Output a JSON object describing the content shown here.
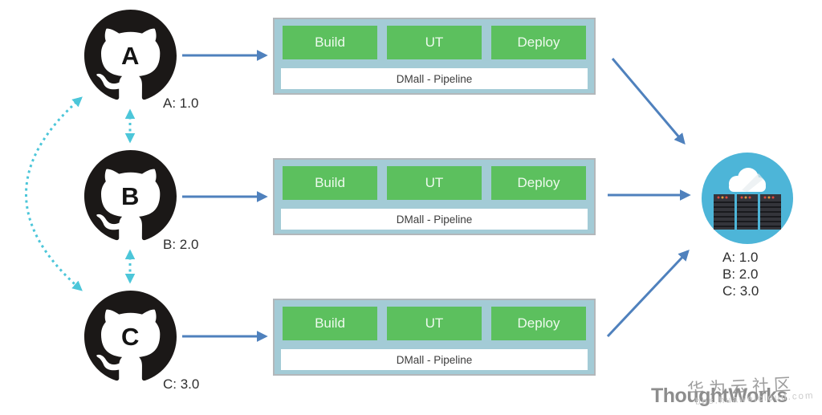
{
  "repos": [
    {
      "letter": "A",
      "version": "A: 1.0"
    },
    {
      "letter": "B",
      "version": "B: 2.0"
    },
    {
      "letter": "C",
      "version": "C: 3.0"
    }
  ],
  "pipelines": [
    {
      "stages": [
        "Build",
        "UT",
        "Deploy"
      ],
      "label": "DMall - Pipeline"
    },
    {
      "stages": [
        "Build",
        "UT",
        "Deploy"
      ],
      "label": "DMall - Pipeline"
    },
    {
      "stages": [
        "Build",
        "UT",
        "Deploy"
      ],
      "label": "DMall - Pipeline"
    }
  ],
  "server": {
    "versions": [
      "A: 1.0",
      "B: 2.0",
      "C: 3.0"
    ]
  },
  "footer": {
    "brand": "ThoughtWorks",
    "watermark": "华为云社区",
    "watermark_url": "bbs.huaweicloud.com"
  },
  "icons": {
    "repo": "github-octocat-icon",
    "server": "cloud-servers-icon"
  },
  "colors": {
    "repo_dark": "#1b1817",
    "arrow_blue": "#4f81bd",
    "arrow_teal": "#4cc6d9",
    "pipeline_bg": "#a3cbd6",
    "pipeline_border": "#b2b7ba",
    "stage_green": "#5cc05e",
    "server_blue": "#4db5d8",
    "brand_gray": "#8d8d8d"
  }
}
